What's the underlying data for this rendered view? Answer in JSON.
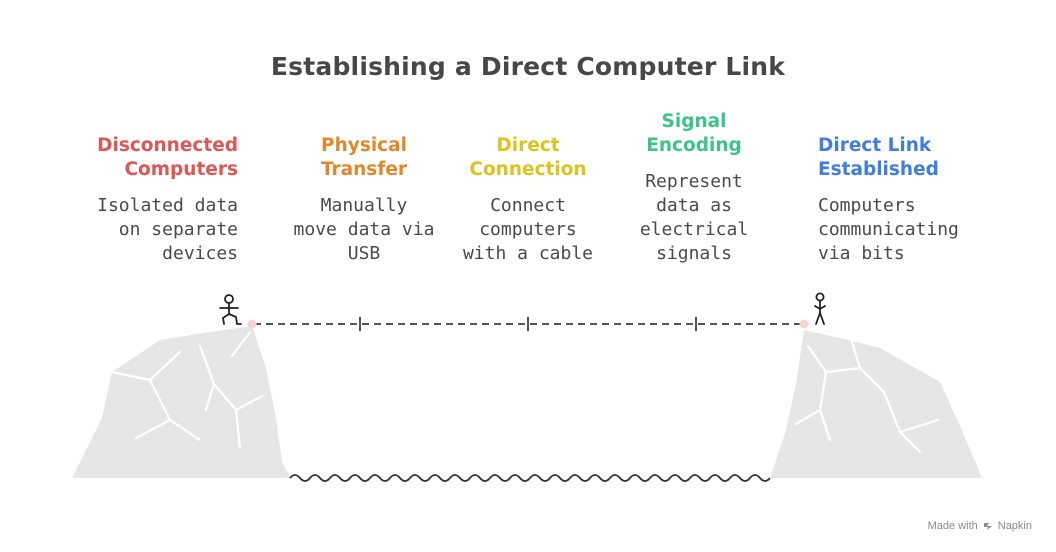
{
  "title": "Establishing a Direct Computer Link",
  "steps": [
    {
      "heading": "Disconnected\nComputers",
      "description": "Isolated data\non separate\ndevices",
      "color": "#e05656"
    },
    {
      "heading": "Physical\nTransfer",
      "description": "Manually\nmove data via\nUSB",
      "color": "#e2872a"
    },
    {
      "heading": "Direct\nConnection",
      "description": "Connect\ncomputers\nwith a cable",
      "color": "#dcc41c"
    },
    {
      "heading": "Signal\nEncoding",
      "description": "Represent\ndata as\nelectrical\nsignals",
      "color": "#3cc487"
    },
    {
      "heading": "Direct Link\nEstablished",
      "description": "Computers\ncommunicating\nvia bits",
      "color": "#3f7ee0"
    }
  ],
  "footer": {
    "made_with": "Made with",
    "brand": "Napkin"
  }
}
